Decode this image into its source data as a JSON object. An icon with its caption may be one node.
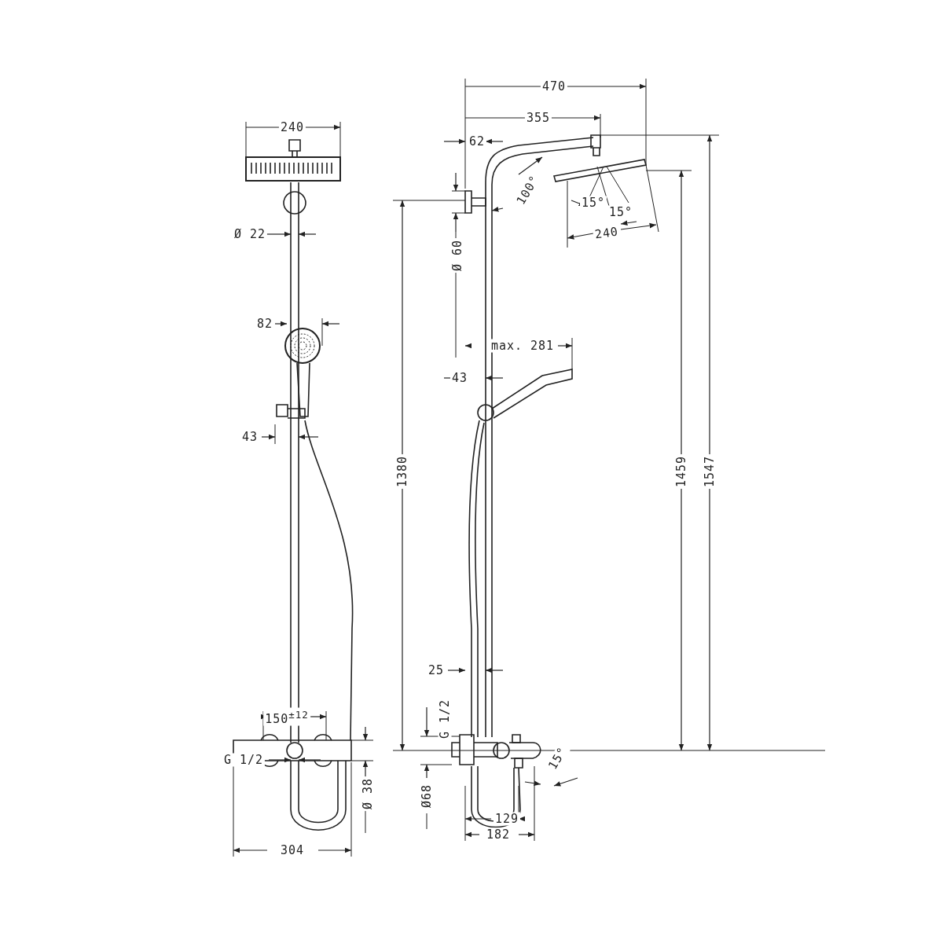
{
  "diagram": {
    "labels": [
      "470",
      "355",
      "240",
      "62",
      "100°",
      "15°",
      "15°",
      "Ø 22",
      "240",
      "Ø 60",
      "82",
      "max. 281",
      "43",
      "43",
      "1380",
      "1459",
      "1547",
      "25",
      "150$^{±12}$",
      "G 1/2",
      "G 1/2",
      "Ø 38",
      "Ø68",
      "15°",
      "304",
      "129",
      "182"
    ]
  }
}
